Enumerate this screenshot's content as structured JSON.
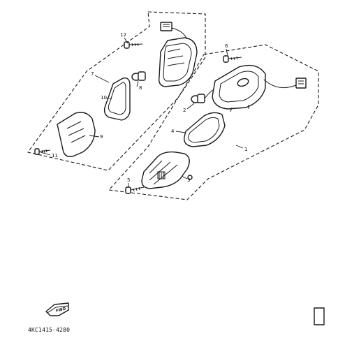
{
  "callouts": [
    "1",
    "2",
    "3",
    "4",
    "5",
    "6",
    "7",
    "8",
    "9",
    "10",
    "11",
    "12"
  ],
  "fwd_label": "FWD",
  "drawing_code": "4KC1415-4280"
}
